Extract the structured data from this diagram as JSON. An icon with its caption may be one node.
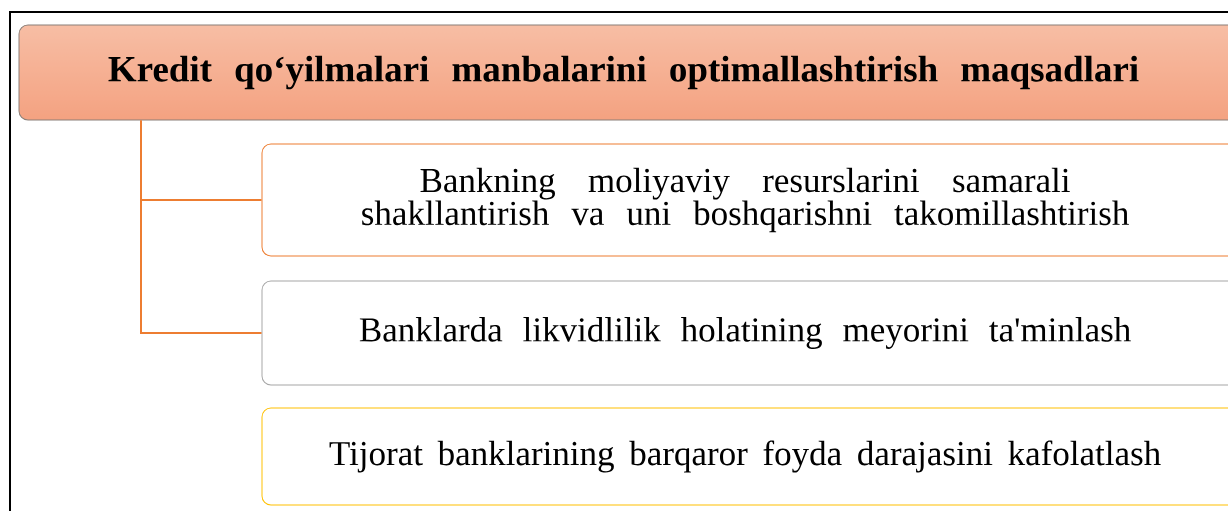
{
  "diagram": {
    "nodes": [
      {
        "text": [
          "Kredit qo‘yilmalari manbalarini optimallashtirish maqsadlari"
        ]
      },
      {
        "text": [
          "Bankning moliyaviy resurslarini samarali shakllantirish va uni boshqarishni takomillashtirish"
        ]
      },
      {
        "text": [
          "Banklarda likvidlilik holatining meyorini ta'minlash"
        ]
      },
      {
        "text": [
          "Tijorat banklarining barqaror foyda darajasini kafolatlash"
        ]
      }
    ],
    "edges": [
      {
        "from": 0,
        "to": 1,
        "arrow": "none"
      },
      {
        "from": 0,
        "to": 2,
        "arrow": "none"
      }
    ]
  }
}
